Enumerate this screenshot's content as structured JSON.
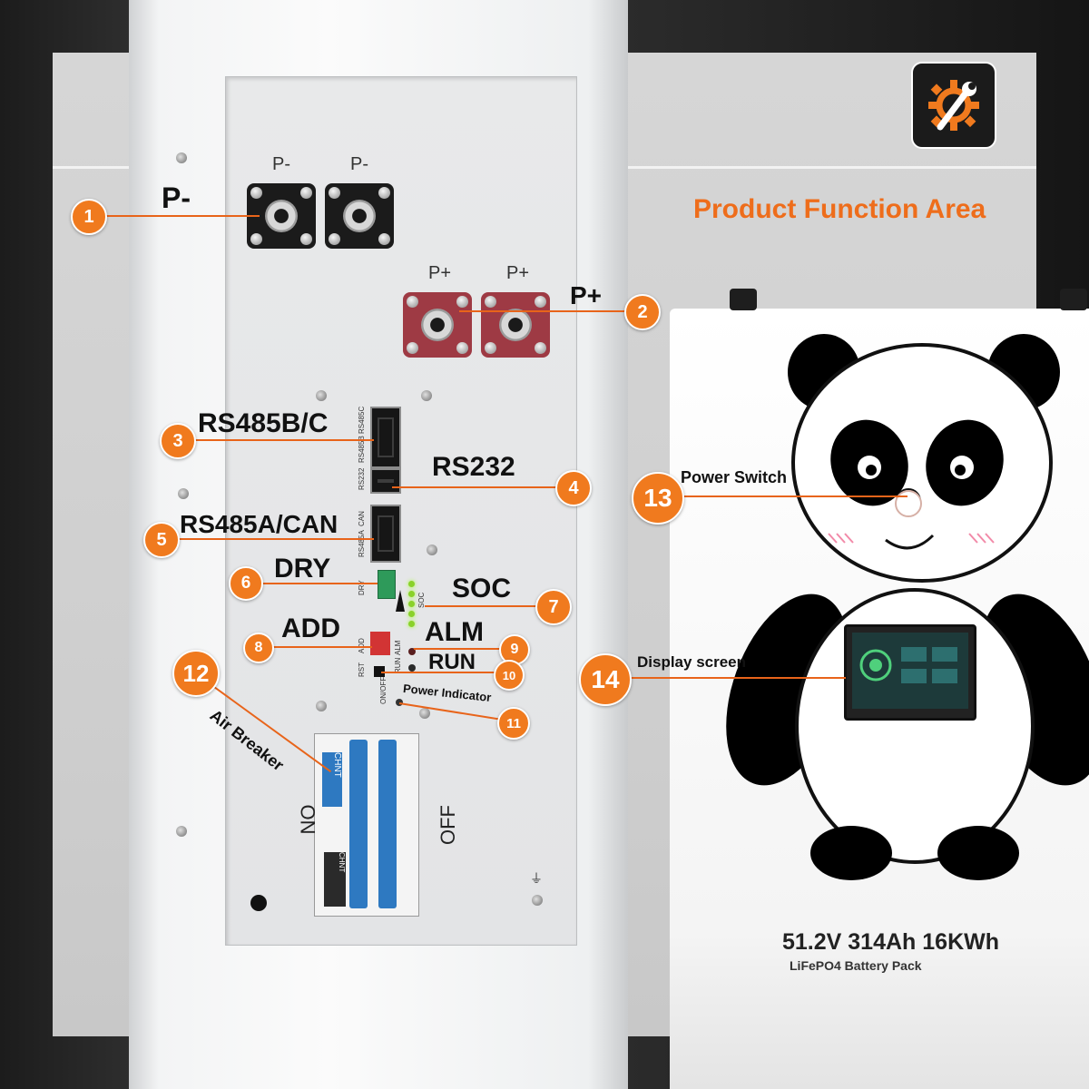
{
  "header": {
    "title": "Product Function Area",
    "logo_icon": "gear-wrench-icon"
  },
  "colors": {
    "accent": "#f07a1e",
    "title": "#ee6d1b",
    "positive_terminal": "#9e3a44",
    "negative_terminal": "#1b1b1b"
  },
  "terminals": {
    "neg_label_a": "P-",
    "neg_label_b": "P-",
    "pos_label_a": "P+",
    "pos_label_b": "P+"
  },
  "panel_text": {
    "rs485c": "RS485C",
    "rs485b": "RS485B",
    "rs232": "RS232",
    "rs485a": "RS485A",
    "can": "CAN",
    "dry": "DRY",
    "soc": "SOC",
    "add": "ADD",
    "alm": "ALM",
    "run": "RUN",
    "rst": "RST",
    "on_off": "ON/OFF",
    "breaker_on": "ON",
    "breaker_off": "OFF",
    "breaker_brand": "CHNT"
  },
  "callouts": [
    {
      "number": "1",
      "label": "P-"
    },
    {
      "number": "2",
      "label": "P+"
    },
    {
      "number": "3",
      "label": "RS485B/C"
    },
    {
      "number": "4",
      "label": "RS232"
    },
    {
      "number": "5",
      "label": "RS485A/CAN"
    },
    {
      "number": "6",
      "label": "DRY"
    },
    {
      "number": "7",
      "label": "SOC"
    },
    {
      "number": "8",
      "label": "ADD"
    },
    {
      "number": "9",
      "label": "ALM"
    },
    {
      "number": "10",
      "label": "RUN"
    },
    {
      "number": "11",
      "label": "Power Indicator"
    },
    {
      "number": "12",
      "label": "Air Breaker"
    },
    {
      "number": "13",
      "label": "Power Switch"
    },
    {
      "number": "14",
      "label": "Display screen"
    }
  ],
  "product": {
    "spec": "51.2V 314Ah 16KWh",
    "subtitle": "LiFePO4  Battery  Pack"
  }
}
